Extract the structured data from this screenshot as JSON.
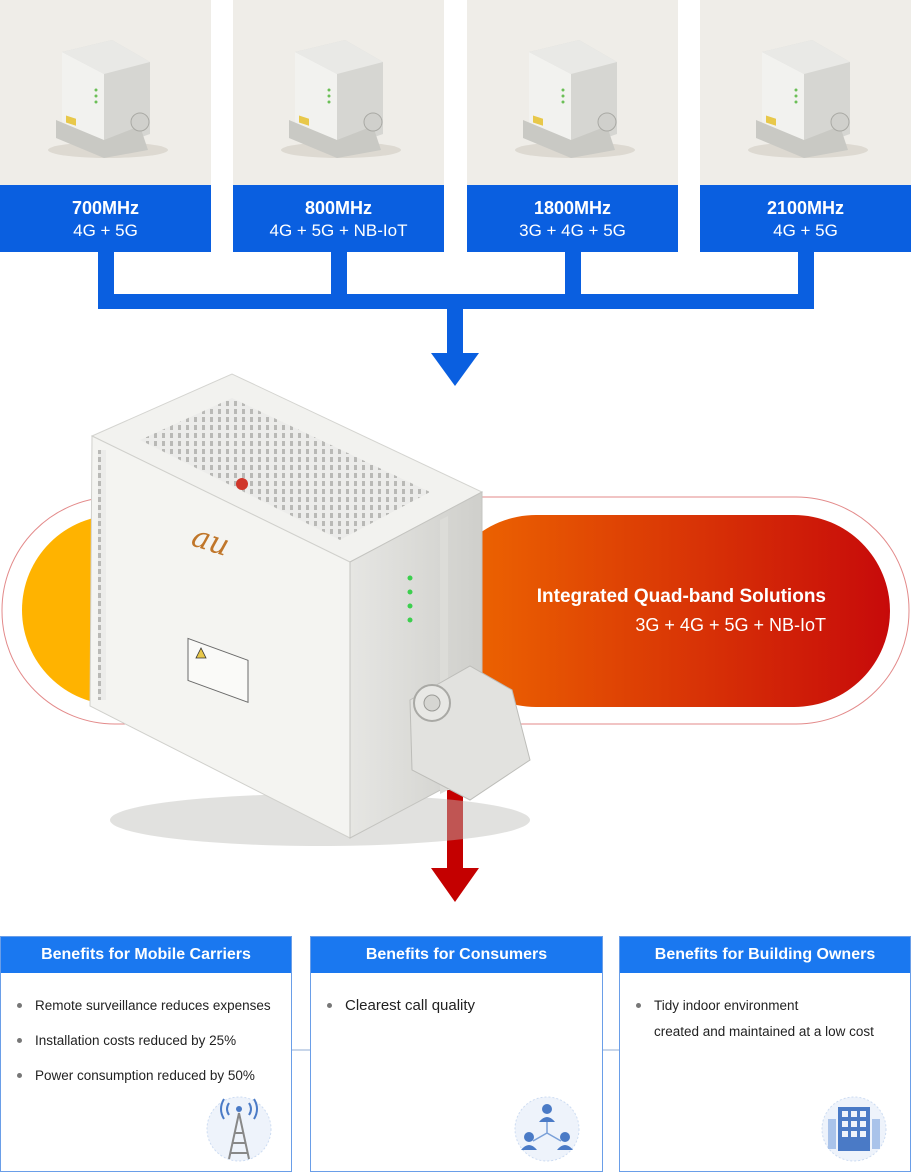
{
  "bands": [
    {
      "freq": "700MHz",
      "tech": "4G + 5G"
    },
    {
      "freq": "800MHz",
      "tech": "4G + 5G + NB-IoT"
    },
    {
      "freq": "1800MHz",
      "tech": "3G + 4G + 5G"
    },
    {
      "freq": "2100MHz",
      "tech": "4G + 5G"
    }
  ],
  "device": {
    "brand": "au"
  },
  "solution": {
    "title": "Integrated Quad-band Solutions",
    "subtitle": "3G + 4G + 5G + NB-IoT"
  },
  "benefits": [
    {
      "title": "Benefits for Mobile Carriers",
      "items": [
        "Remote surveillance reduces expenses",
        "Installation costs reduced by 25%",
        "Power consumption reduced by 50%"
      ],
      "icon": "cell-tower-icon"
    },
    {
      "title": "Benefits for Consumers",
      "items": [
        "Clearest call quality"
      ],
      "icon": "people-network-icon"
    },
    {
      "title": "Benefits for Building Owners",
      "items": [
        "Tidy indoor environment",
        "created and maintained at a low cost"
      ],
      "icon": "building-icon"
    }
  ],
  "colors": {
    "band_blue": "#0a5fe0",
    "benefit_blue": "#1a78f0",
    "arrow_red": "#c40000",
    "pill_orange": "#ffb300",
    "pill_gradient_start": "#ef6a00",
    "pill_gradient_end": "#c70a0a"
  }
}
